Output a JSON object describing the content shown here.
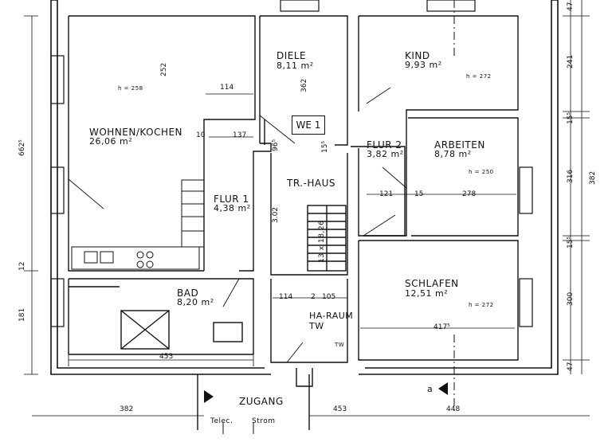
{
  "plan": {
    "unit_label": "WE 1",
    "rooms": {
      "wohnen": {
        "name": "WOHNEN/KOCHEN",
        "area": "26,06 m²",
        "height": "h = 258"
      },
      "diele": {
        "name": "DIELE",
        "area": "8,11 m²"
      },
      "kind": {
        "name": "KIND",
        "area": "9,93 m²",
        "height": "h = 272"
      },
      "flur1": {
        "name": "FLUR 1",
        "area": "4,38 m²"
      },
      "flur2": {
        "name": "FLUR 2",
        "area": "3,82 m²"
      },
      "arbeiten": {
        "name": "ARBEITEN",
        "area": "8,78 m²",
        "height": "h = 250"
      },
      "trhaus": {
        "name": "TR.-HAUS"
      },
      "bad": {
        "name": "BAD",
        "area": "8,20 m²"
      },
      "schlafen": {
        "name": "SCHLAFEN",
        "area": "12,51 m²",
        "height": "h = 272"
      },
      "haraum": {
        "name": "HA-RAUM",
        "sub": "TW"
      },
      "zugang": {
        "name": "ZUGANG"
      }
    },
    "labels": {
      "telec": "Telec.",
      "strom": "Strom",
      "tw": "TW",
      "stairs": "13 x 18,26",
      "section": "a"
    },
    "dimensions": {
      "d252": "252",
      "d114a": "114",
      "d362": "362",
      "d10": "10",
      "d137": "137",
      "d96": "96⁵",
      "d15a": "15⁵",
      "d302": "3.02",
      "d121": "121",
      "d15b": "15",
      "d278": "278",
      "d114b": "114",
      "d2": "2",
      "d105": "105",
      "d417": "417⁵",
      "d453a": "453",
      "d382a": "382",
      "d453b": "453",
      "d448": "448",
      "left_6625": "662⁵",
      "left_12": "12",
      "left_181": "181",
      "right_47a": "47",
      "right_241": "241",
      "right_155a": "15⁵",
      "right_316": "316",
      "right_155b": "15⁵",
      "right_300": "300",
      "right_47b": "47",
      "right_382": "382"
    }
  }
}
